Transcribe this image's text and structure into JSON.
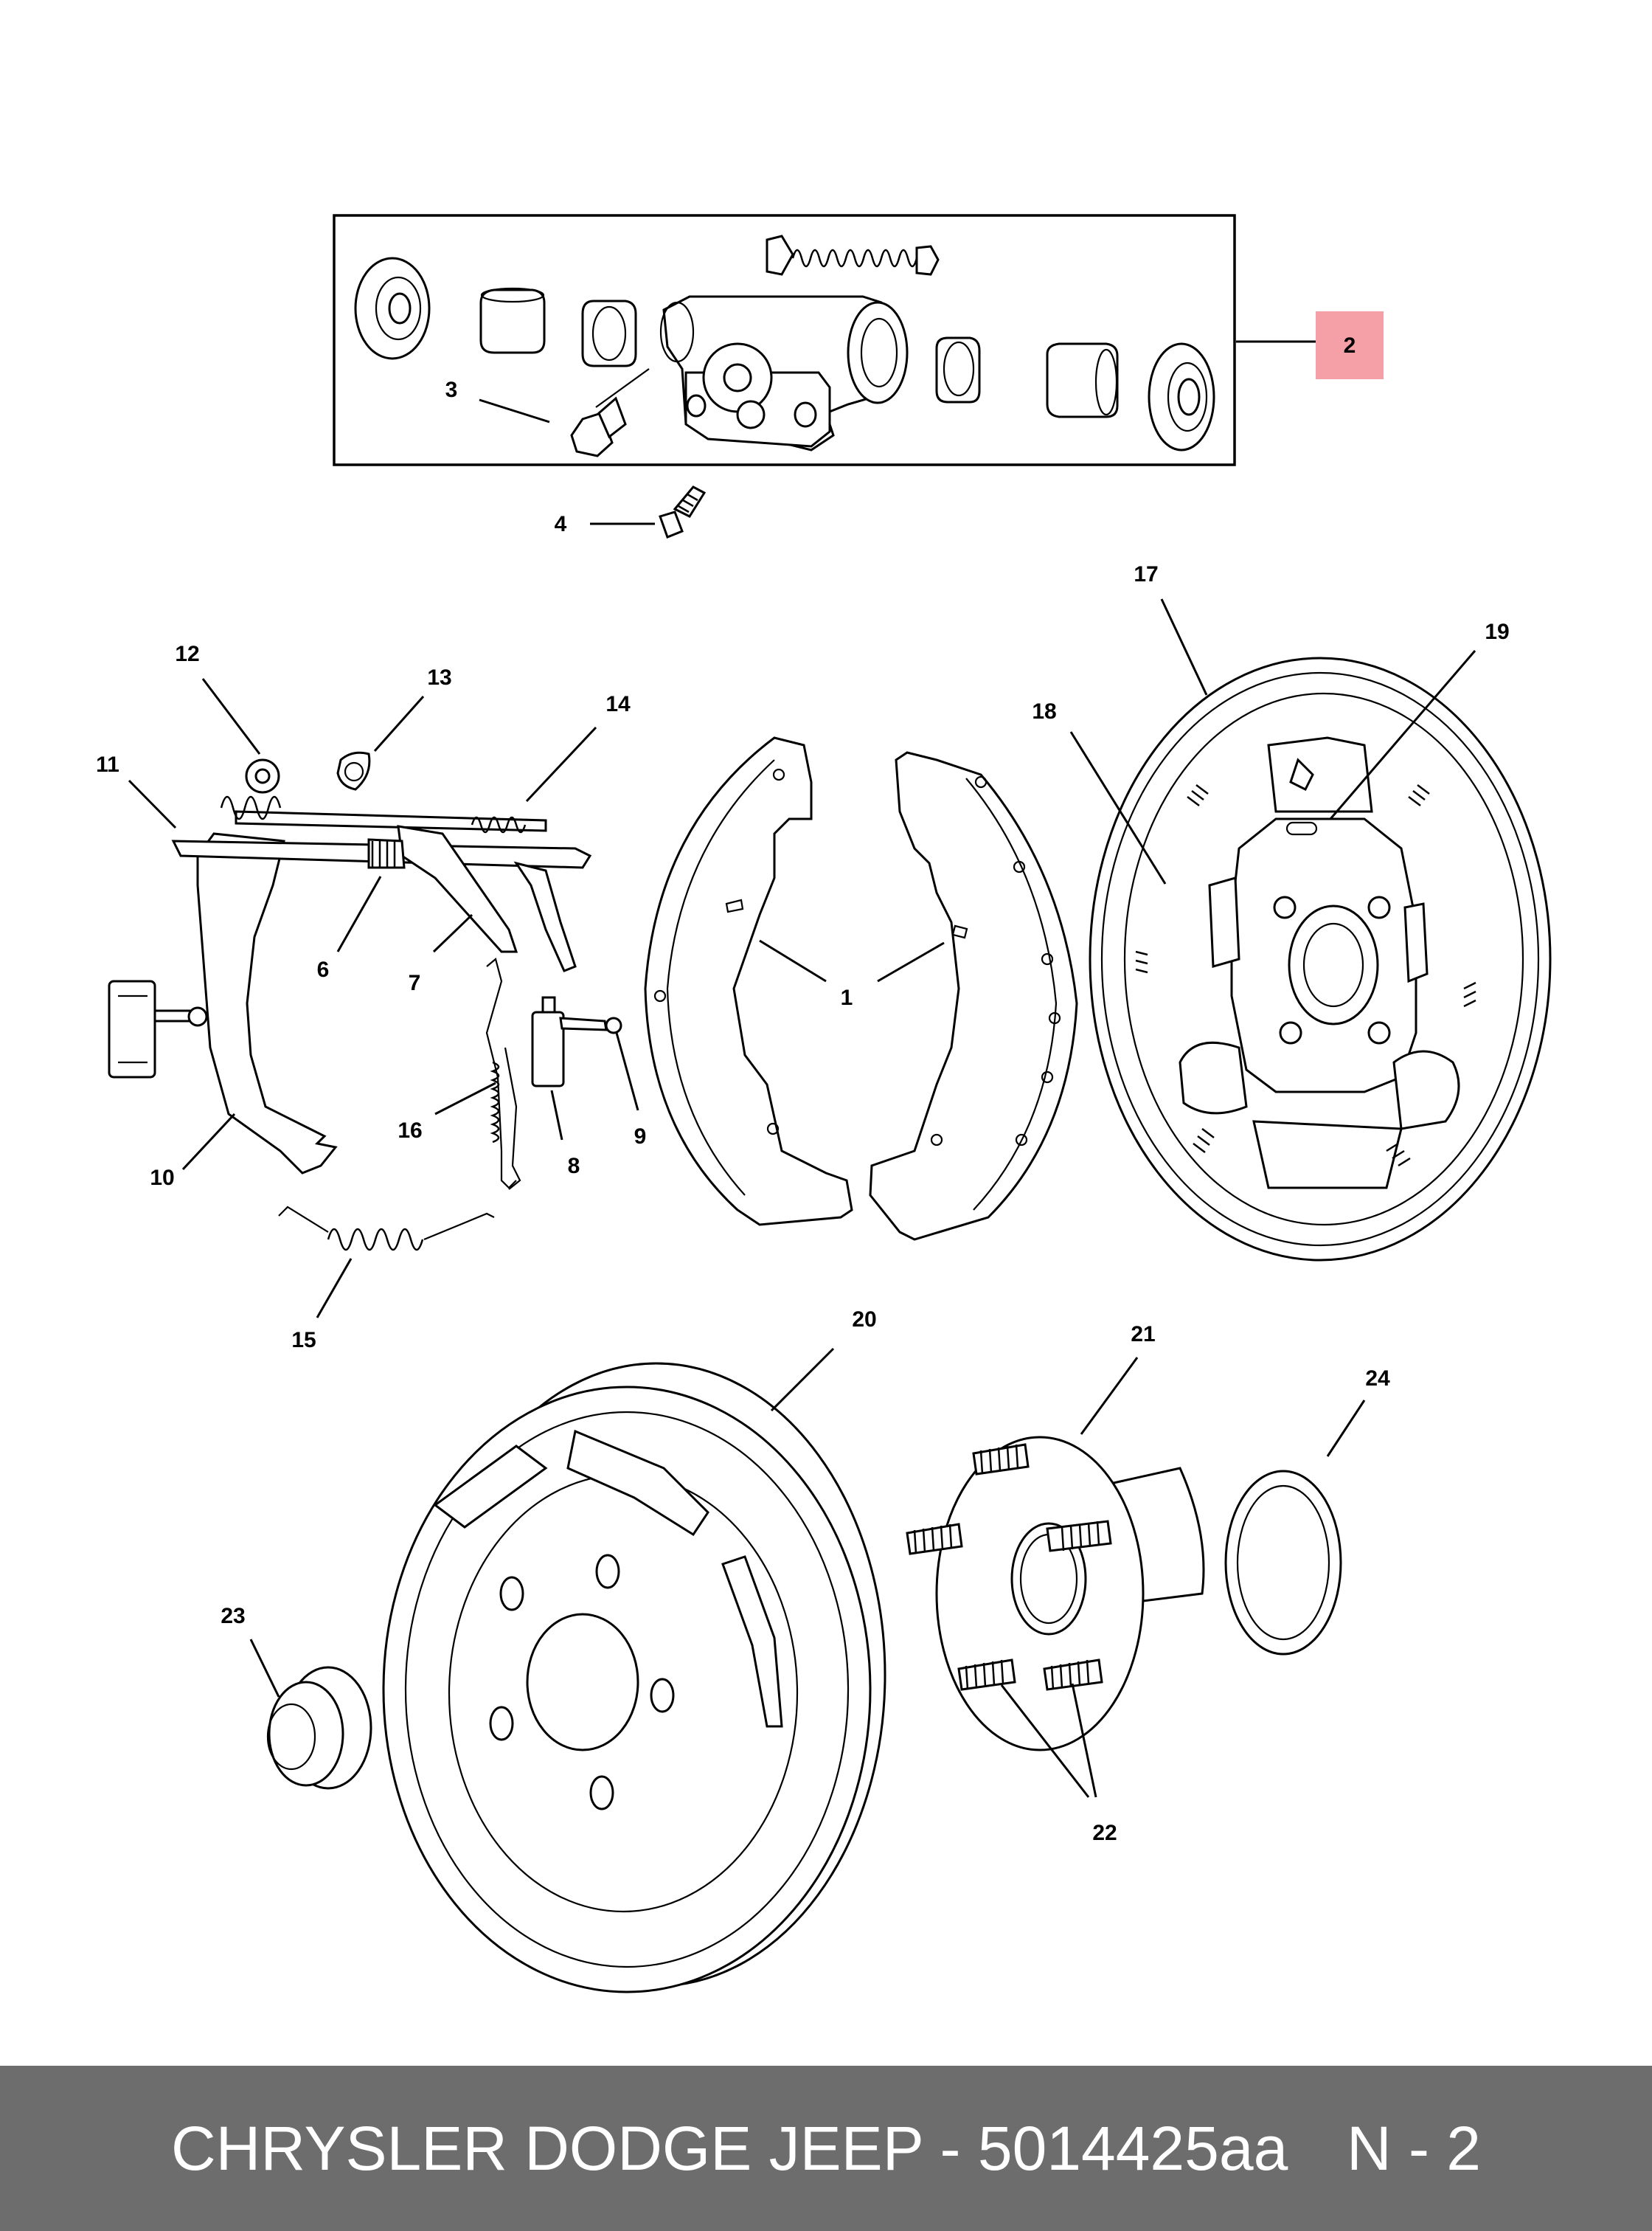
{
  "diagram": {
    "callouts": [
      "1",
      "2",
      "3",
      "4",
      "6",
      "7",
      "8",
      "9",
      "10",
      "11",
      "12",
      "13",
      "14",
      "15",
      "16",
      "17",
      "18",
      "19",
      "20",
      "21",
      "22",
      "23",
      "24"
    ],
    "highlight_color": "#f4a0a6"
  },
  "footer": {
    "title": "CHRYSLER DODGE JEEP - 5014425aa",
    "page": "N - 2",
    "background": "#6d6d6d"
  }
}
